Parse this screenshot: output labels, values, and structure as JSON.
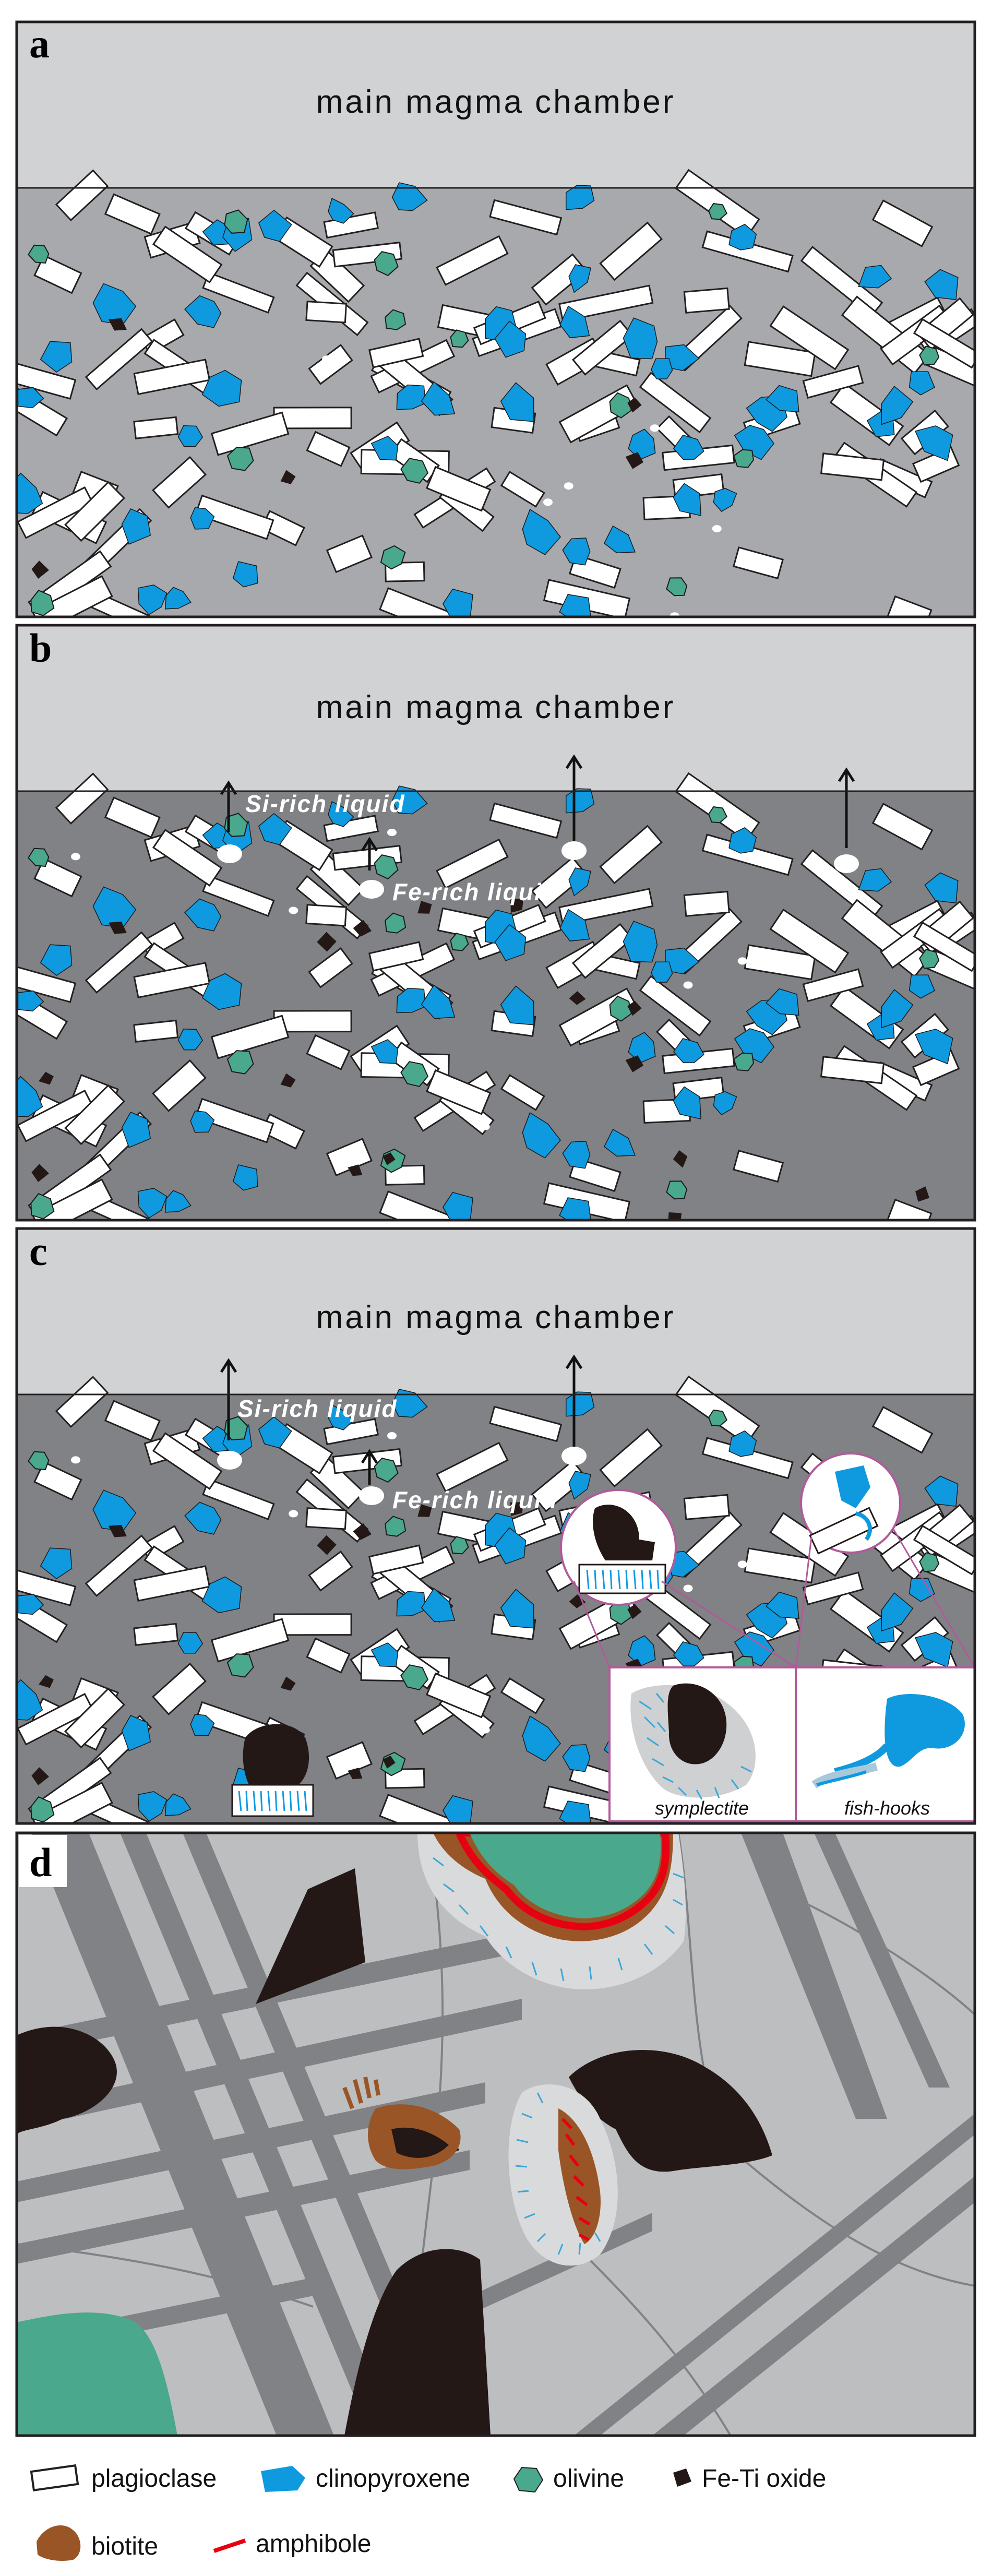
{
  "panels": [
    {
      "id": "a",
      "label": "a",
      "chamber": "main magma chamber"
    },
    {
      "id": "b",
      "label": "b",
      "chamber": "main magma chamber",
      "si_liquid": "Si-rich liquid",
      "fe_liquid": "Fe-rich liquid"
    },
    {
      "id": "c",
      "label": "c",
      "chamber": "main magma chamber",
      "si_liquid": "Si-rich liquid",
      "fe_liquid": "Fe-rich liquid",
      "insets": {
        "left": "symplectite",
        "right": "fish-hooks"
      }
    },
    {
      "id": "d",
      "label": "d"
    }
  ],
  "legend": [
    {
      "key": "plagioclase",
      "label": "plagioclase",
      "color": "#ffffff"
    },
    {
      "key": "clinopyroxene",
      "label": "clinopyroxene",
      "color": "#0f9ae0"
    },
    {
      "key": "olivine",
      "label": "olivine",
      "color": "#4aa88c"
    },
    {
      "key": "fe-ti-oxide",
      "label": "Fe-Ti oxide",
      "color": "#231815"
    },
    {
      "key": "biotite",
      "label": "biotite",
      "color": "#9a5527"
    },
    {
      "key": "amphibole",
      "label": "amphibole",
      "color": "#e60012"
    }
  ],
  "colors": {
    "chamber": "#d1d2d4",
    "mush_a": "#a7a9ac",
    "mush_bc": "#808285",
    "frame": "#231f20",
    "groundmass_d": "#bcbec0",
    "twin_d": "#808285"
  }
}
